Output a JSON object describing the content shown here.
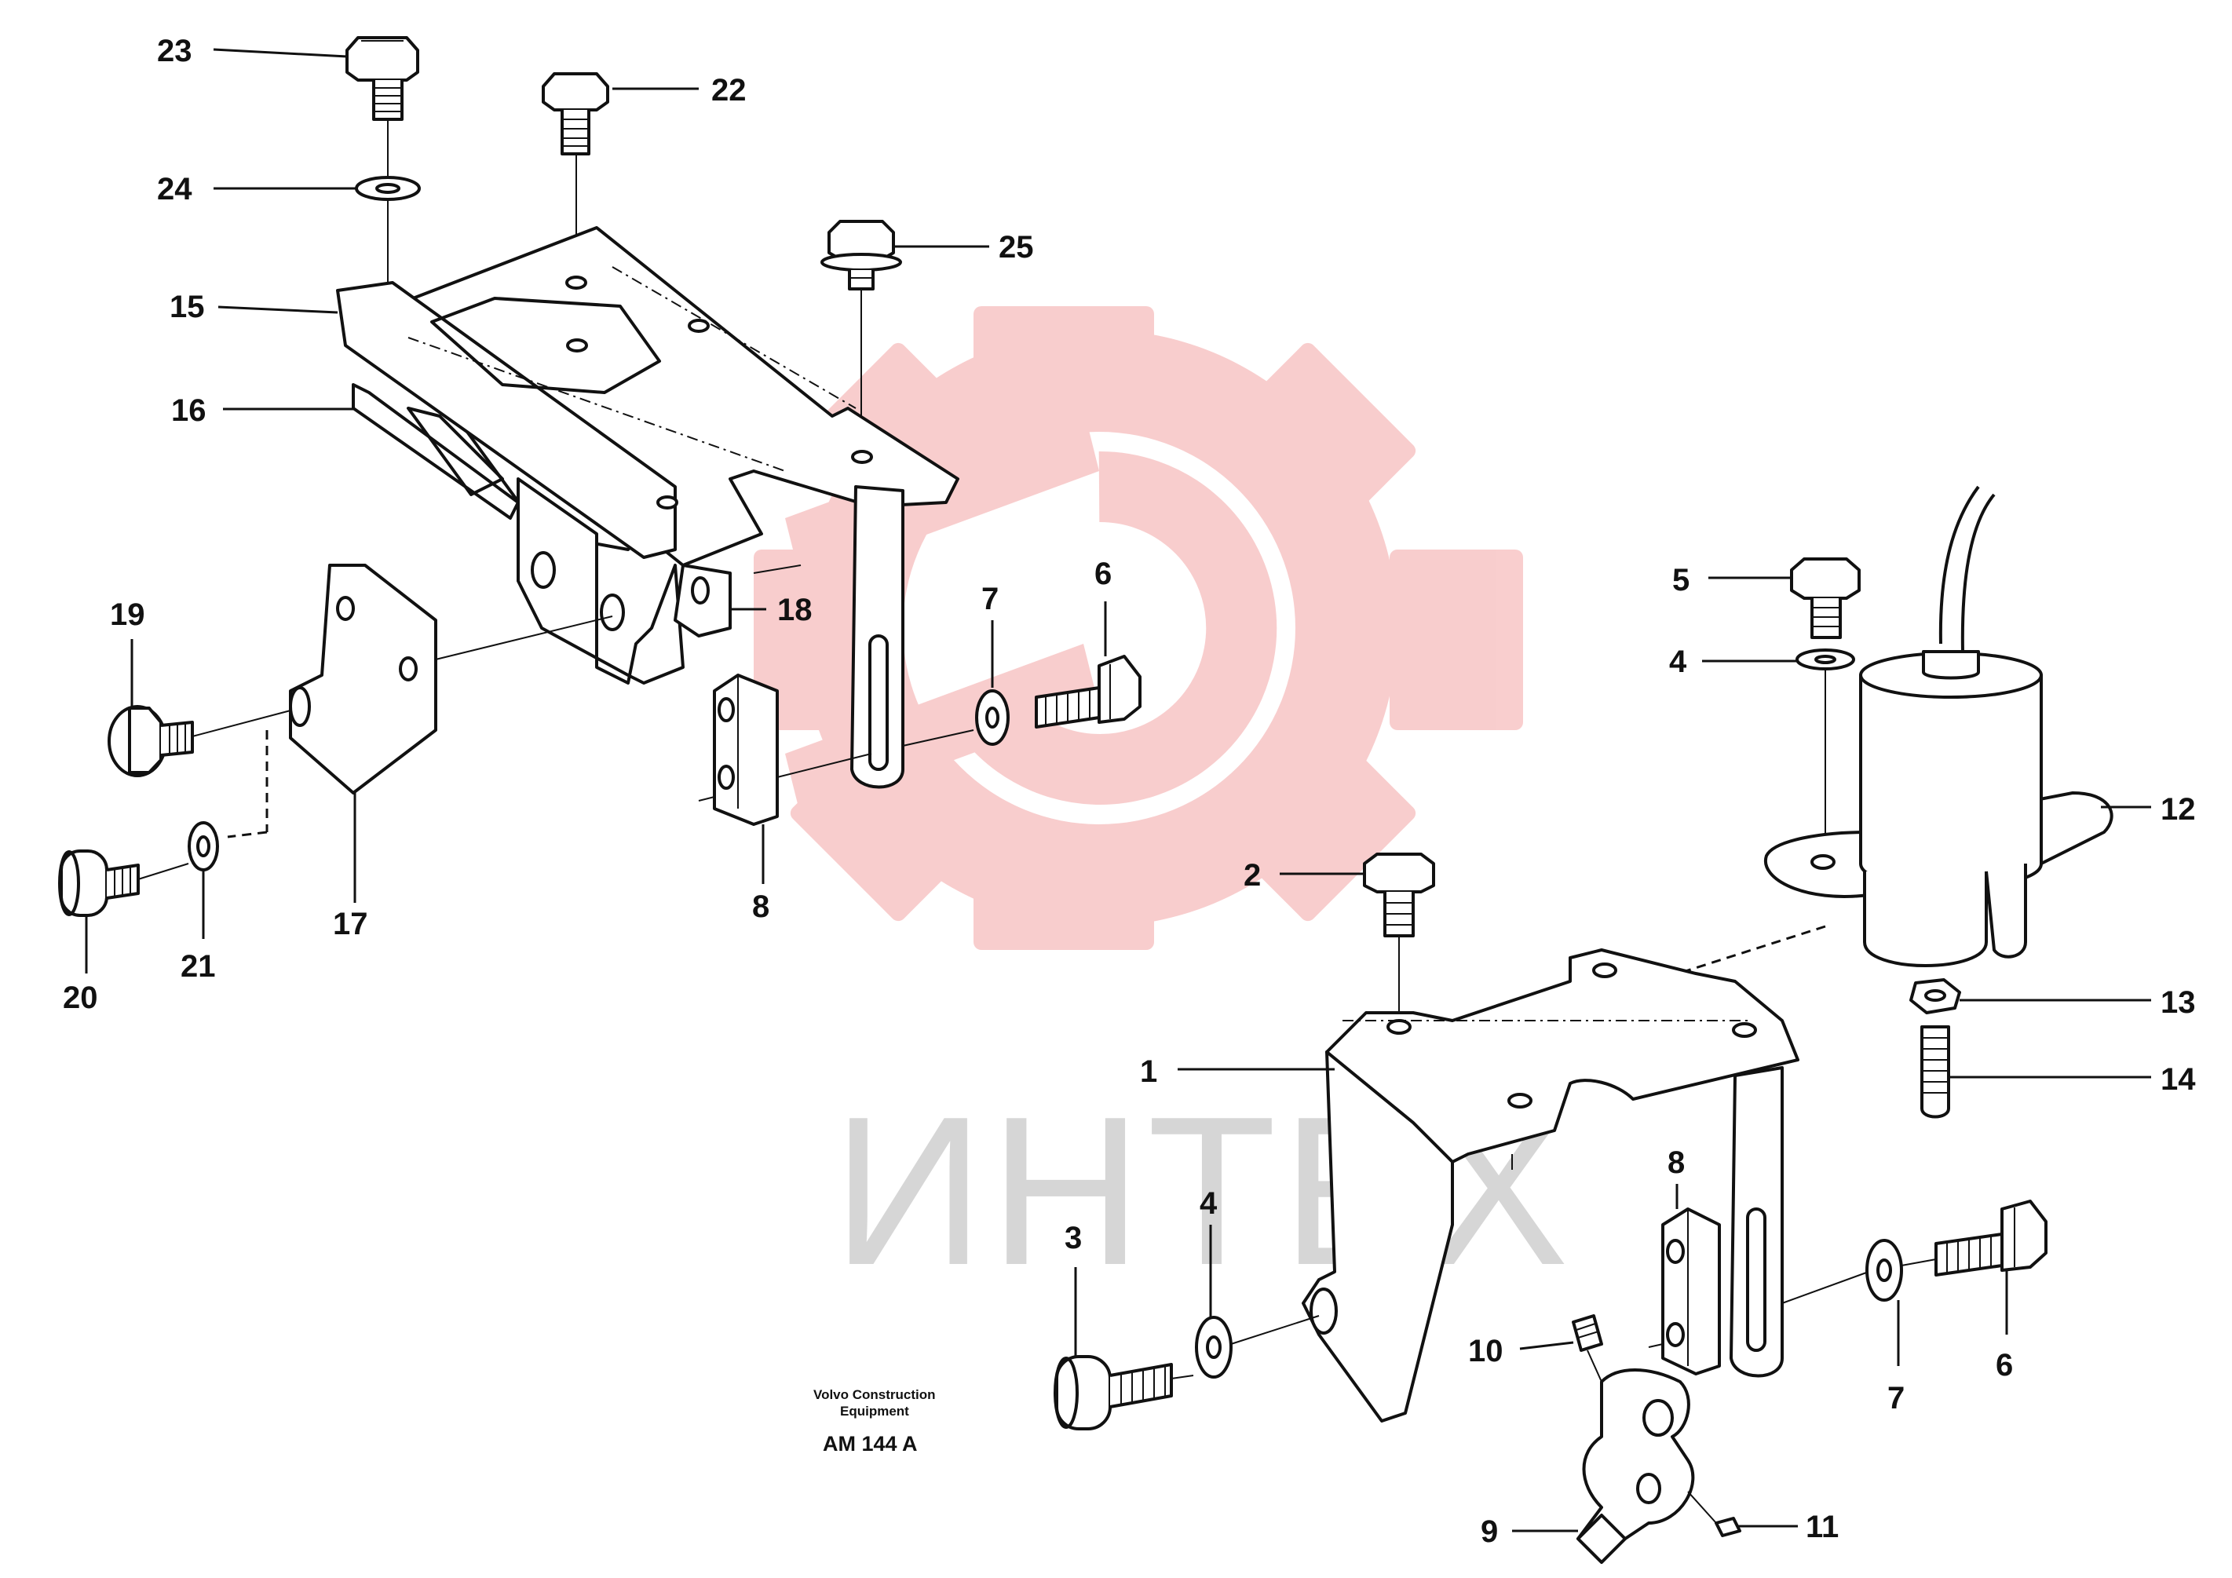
{
  "watermark": {
    "text": "ИНТЕХ",
    "color": "#f4a6a6"
  },
  "footer": {
    "line1": "Volvo Construction",
    "line2": "Equipment",
    "code": "AM 144 A"
  },
  "callouts": {
    "n1": "1",
    "n2": "2",
    "n3": "3",
    "n4a": "4",
    "n4b": "4",
    "n5": "5",
    "n6a": "6",
    "n6b": "6",
    "n7a": "7",
    "n7b": "7",
    "n8a": "8",
    "n8b": "8",
    "n9": "9",
    "n10": "10",
    "n11": "11",
    "n12": "12",
    "n13": "13",
    "n14": "14",
    "n15": "15",
    "n16": "16",
    "n17": "17",
    "n18": "18",
    "n19": "19",
    "n20": "20",
    "n21": "21",
    "n22": "22",
    "n23": "23",
    "n24": "24",
    "n25": "25"
  }
}
